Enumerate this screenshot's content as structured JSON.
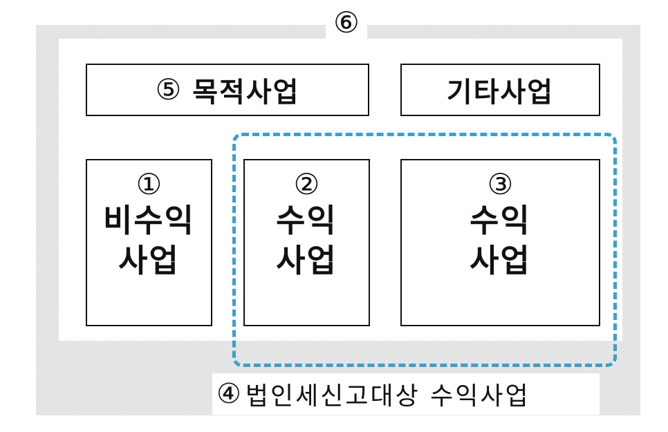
{
  "outer_marker": "⑥",
  "purpose_business": {
    "marker": "⑤",
    "label": "목적사업"
  },
  "other_business": {
    "label": "기타사업"
  },
  "box1": {
    "marker": "①",
    "line1": "비수익",
    "line2": "사업"
  },
  "box2": {
    "marker": "②",
    "line1": "수익",
    "line2": "사업"
  },
  "box3": {
    "marker": "③",
    "line1": "수익",
    "line2": "사업"
  },
  "caption": {
    "marker": "④",
    "label": "법인세신고대상 수익사업"
  },
  "colors": {
    "dashed_group": "#3aa0d0",
    "outer_band": "#e6e6e6"
  }
}
